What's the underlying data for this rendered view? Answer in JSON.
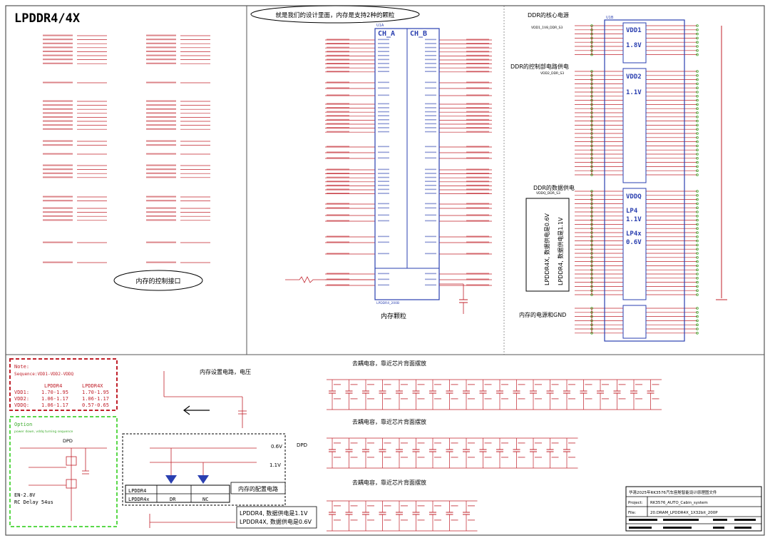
{
  "sheet": {
    "title": "LPDDR4/4X"
  },
  "callouts": {
    "design_intro": "就是我们的设计里面，内存是支持2种的颗粒",
    "control_interface": "内存的控制接口",
    "chip_caption": "内存颗粒",
    "power_gnd": "内存的电源和GND",
    "core_supply": "DDR的核心电源",
    "ctrl_supply": "DDR的控制部电路供电",
    "data_supply": "DDR的数据供电",
    "decap_1": "去耦电容，靠近芯片背面摆放",
    "decap_2": "去耦电容，靠近芯片背面摆放",
    "decap_3": "去耦电容，靠近芯片背面摆放",
    "pwr_setting": "内存设置电路，电压",
    "config_circuit": "内存的配置电路"
  },
  "chip": {
    "ref": "U1A",
    "ch_a": "CH_A",
    "ch_b": "CH_B",
    "part": "LPDDR4_200B"
  },
  "power_chip": {
    "ref": "U1B",
    "vdd1": "VDD1",
    "vdd1_v": "1.8V",
    "vdd2": "VDD2",
    "vdd2_v": "1.1V",
    "vddq": "VDDQ",
    "lp4": "LP4",
    "lp4_v": "1.1V",
    "lp4x": "LP4x",
    "lp4x_v": "0.6V",
    "vdd_net": "VDD1_1V8_DDR_S3",
    "vdd2_net": "VDD2_DDR_S3",
    "vddq_net": "VDDQ_DDR_S3",
    "vertical_note_1": "LPDDR4X, 数据供电是0.6V",
    "vertical_note_2": "LPDDR4, 数据供电是1.1V"
  },
  "note": {
    "title": "Note:",
    "sequence": "Sequence:VDD1-VDD2-VDDQ",
    "col1": "LPDDR4",
    "col2": "LPDDR4X",
    "rows": [
      {
        "name": "VDD1:",
        "a": "1.70-1.95",
        "b": "1.70-1.95"
      },
      {
        "name": "VDD2:",
        "a": "1.06-1.17",
        "b": "1.06-1.17"
      },
      {
        "name": "VDDQ:",
        "a": "1.06-1.17",
        "b": "0.57-0.65"
      }
    ]
  },
  "option": {
    "title": "Option",
    "sub": "power down, vddq turning sequence",
    "dpd": "DPD",
    "en": "EN-2.8V",
    "rc": "RC Delay 54us"
  },
  "config": {
    "dpd": "DPD",
    "v06": "0.6V",
    "v11": "1.1V",
    "row1_name": "LPDDR4",
    "row2_name": "LPDDR4x",
    "row2_a": "DR",
    "row2_b": "NC"
  },
  "bottom_note": {
    "line1": "LPDDR4, 数据供电是1.1V",
    "line2": "LPDDR4X, 数据供电是0.6V"
  },
  "title_block": {
    "header": "华清2025年RK3576汽车座舱智能设计原理图文件",
    "project_label": "Project:",
    "project_value": "RK3576_AUTO_Cabin_system",
    "file_label": "File:",
    "file_value": "20.DRAM_LPDDR4X_1X32bit_200P"
  },
  "colors": {
    "wire": "#c0202a",
    "wire_dark": "#8a1a2a",
    "green": "#3cab2c",
    "blue": "#2a3fb0",
    "frame": "#444444"
  }
}
